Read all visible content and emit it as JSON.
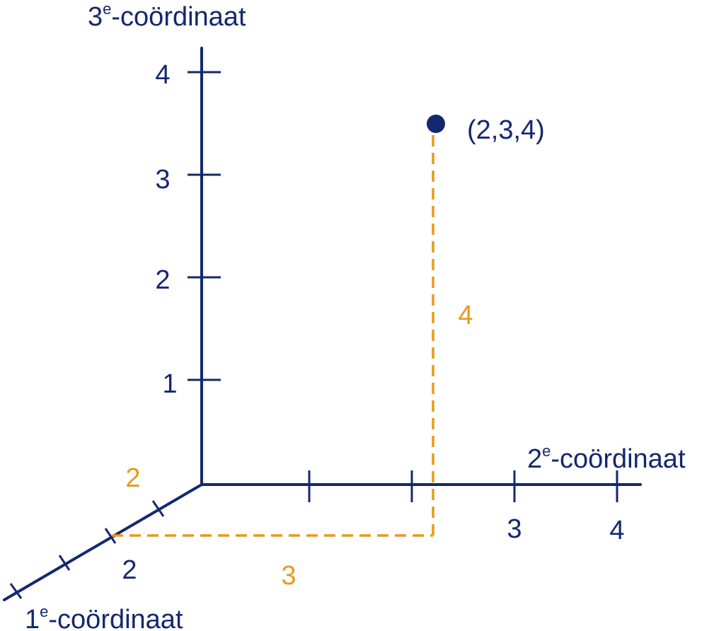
{
  "axes": {
    "third": {
      "label_prefix": "3",
      "label_sup": "e",
      "label_suffix": "-coördinaat",
      "tick_labels": [
        "1",
        "2",
        "3",
        "4"
      ]
    },
    "second": {
      "label_prefix": "2",
      "label_sup": "e",
      "label_suffix": "-coördinaat",
      "tick_labels": [
        "3",
        "4"
      ]
    },
    "first": {
      "label_prefix": "1",
      "label_sup": "e",
      "label_suffix": "-coördinaat",
      "tick_labels": [
        "2"
      ]
    }
  },
  "point": {
    "label": "(2,3,4)",
    "coordinates": [
      2,
      3,
      4
    ]
  },
  "guide_labels": {
    "first": "2",
    "second": "3",
    "third": "4"
  },
  "colors": {
    "axis": "#14286e",
    "guide": "#e69a1c",
    "point": "#14286e"
  }
}
